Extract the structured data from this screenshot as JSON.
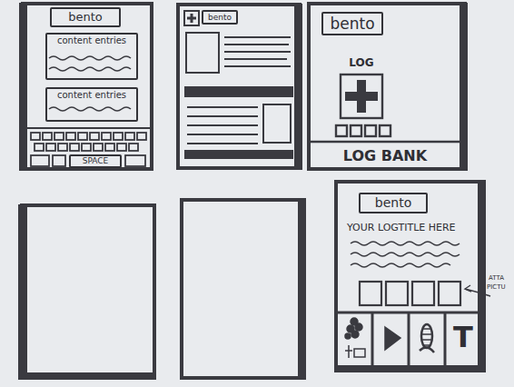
{
  "diagram": {
    "nodes": [
      {
        "text": [
          "bento"
        ]
      },
      {
        "text": [
          "content entries"
        ]
      },
      {
        "text": [
          "content entries"
        ]
      },
      {
        "text": [
          "SPACE"
        ]
      },
      {
        "text": [
          "bento"
        ]
      },
      {
        "text": [
          "bento"
        ]
      },
      {
        "text": [
          "LOG BANK"
        ]
      },
      {
        "text": [
          "bento"
        ]
      }
    ],
    "labels": [
      "LOG",
      "YOUR LOGTITLE HERE",
      "ATTA",
      "PICTU",
      "T"
    ]
  }
}
